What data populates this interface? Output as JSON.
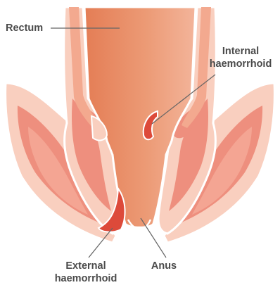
{
  "labels": {
    "rectum": "Rectum",
    "internal_line1": "Internal",
    "internal_line2": "haemorrhoid",
    "external_line1": "External",
    "external_line2": "haemorrhoid",
    "anus": "Anus"
  },
  "colors": {
    "rectum_core": "#e8875f",
    "rectum_wall": "#f3a98f",
    "tissue_light": "#f9cfbf",
    "muscle": "#ee8f7e",
    "haemorrhoid": "#dd4a3a",
    "outline": "#ffffff",
    "text": "#4a4a4a",
    "leader_line": "#666666"
  }
}
